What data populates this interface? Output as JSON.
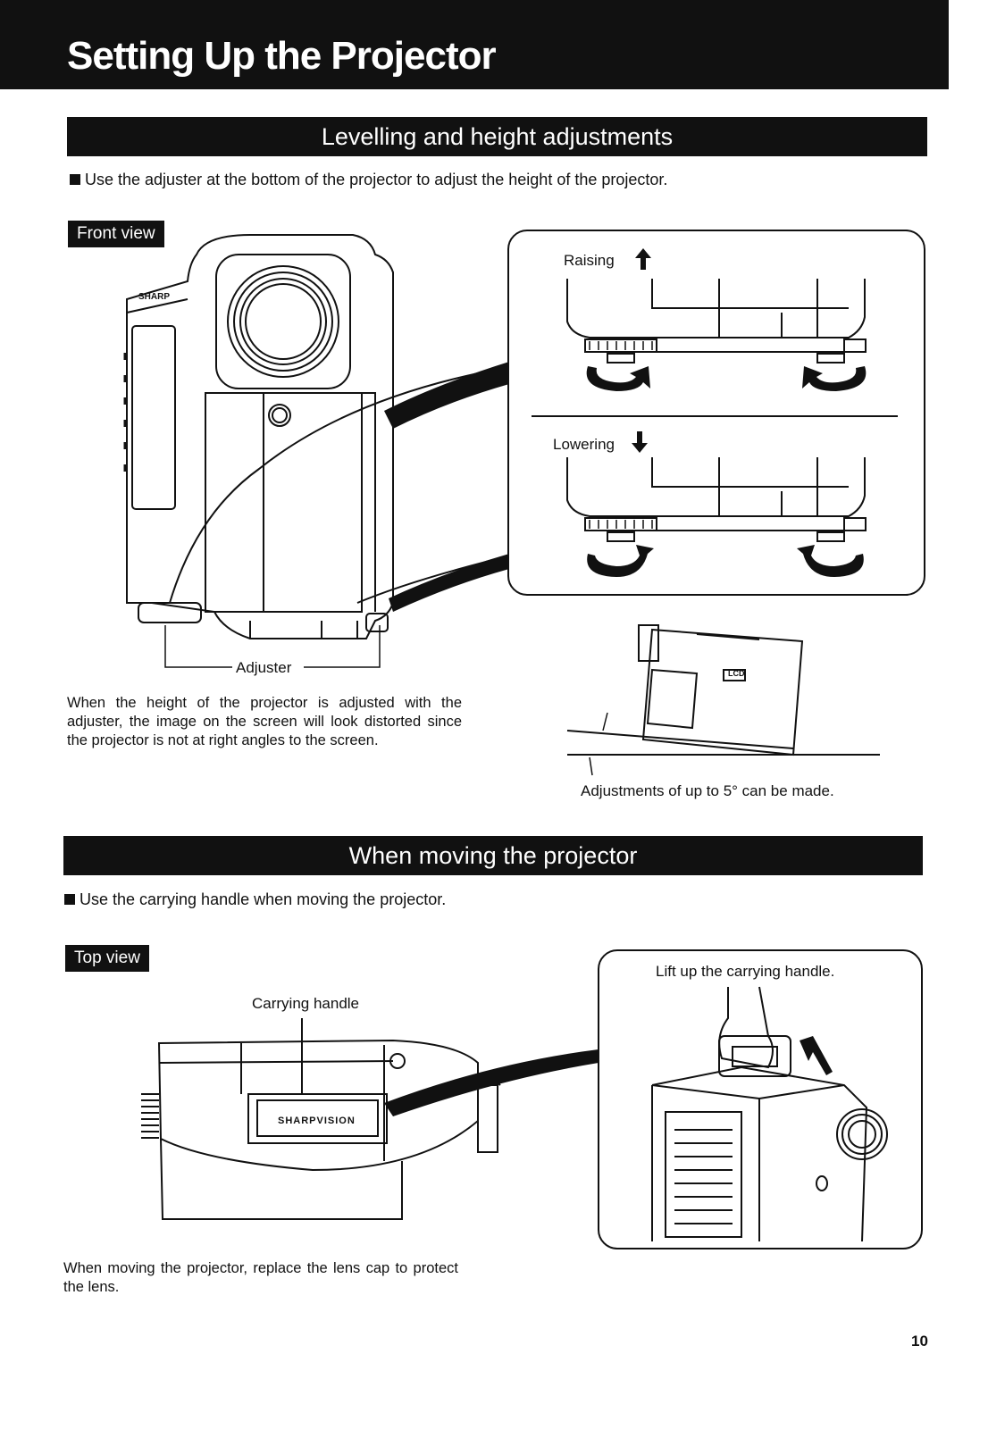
{
  "page_title": "Setting Up the Projector",
  "sections": {
    "levelling": {
      "heading": "Levelling and height adjustments",
      "bullet": "Use the adjuster at the bottom of the projector to adjust the height of the projector.",
      "front_view_label": "Front view",
      "brand_label": "SHARP",
      "adjuster_label": "Adjuster",
      "raising_label": "Raising",
      "lowering_label": "Lowering",
      "lcd_label": "LCD",
      "distortion_note": "When the height of the projector is adjusted with the adjuster, the image on the screen will look distorted since the projector is not at right angles to the screen.",
      "angle_note": "Adjustments of up to 5° can be made."
    },
    "moving": {
      "heading": "When moving the projector",
      "bullet": "Use the carrying handle when moving the projector.",
      "top_view_label": "Top view",
      "carrying_handle_label": "Carrying handle",
      "logo_text": "SHARPVISION",
      "lift_label": "Lift up the carrying handle.",
      "lens_cap_note": "When moving the projector, replace the lens cap to protect the lens."
    }
  },
  "page_number": "10"
}
